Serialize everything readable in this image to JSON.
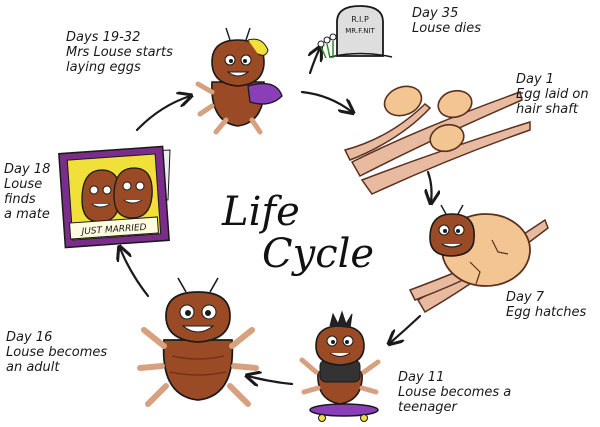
{
  "title": {
    "line1": "Life",
    "line2": "Cycle"
  },
  "stages": [
    {
      "day": "Day 1",
      "line1": "Egg laid on",
      "line2": "hair shaft"
    },
    {
      "day": "Day 7",
      "line1": "Egg hatches"
    },
    {
      "day": "Day 11",
      "line1": "Louse becomes a",
      "line2": "teenager"
    },
    {
      "day": "Day 16",
      "line1": "Louse becomes",
      "line2": "an adult"
    },
    {
      "day": "Day 18",
      "line1": "Louse",
      "line2": "finds",
      "line3": "a mate"
    },
    {
      "day": "Days 19-32",
      "line1": "Mrs Louse starts",
      "line2": "laying eggs"
    },
    {
      "day": "Day 35",
      "line1": "Louse dies"
    }
  ],
  "gravestone": {
    "line1": "R.I.P",
    "line2": "MR.F.NIT"
  },
  "photo_banner": "JUST MARRIED",
  "icons": [
    "egg-cluster-icon",
    "hatching-louse-icon",
    "teenage-louse-icon",
    "adult-louse-icon",
    "married-couple-photo-icon",
    "mother-louse-icon",
    "gravestone-icon",
    "cycle-arrow-icon"
  ],
  "colors": {
    "louse_body": "#9a4a25",
    "louse_stripe": "#d7a07e",
    "egg": "#f3c592",
    "hair_shaft": "#e8bba0",
    "photo_frame": "#f2e03a",
    "photo_border": "#7a2d8a",
    "skateboard": "#8a3fb8",
    "ink": "#1a1a1a"
  }
}
